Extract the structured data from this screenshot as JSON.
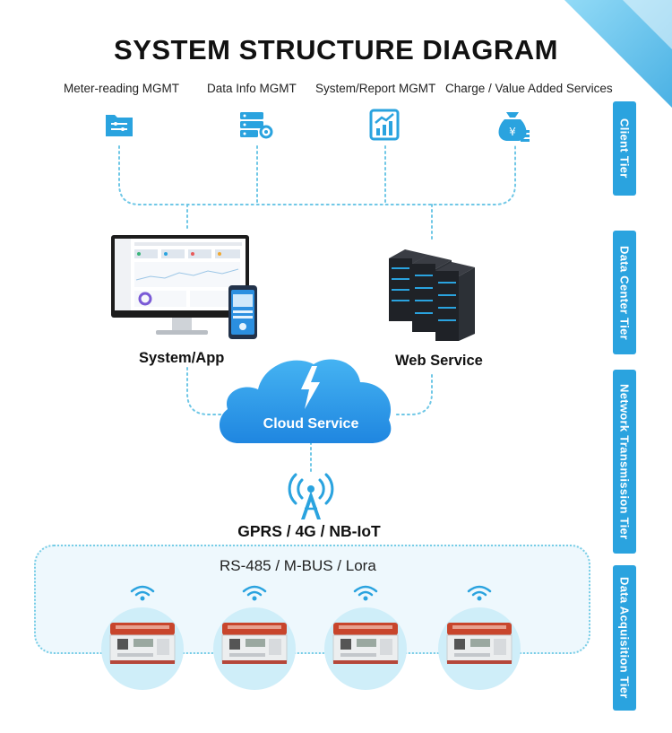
{
  "title": "SYSTEM STRUCTURE DIAGRAM",
  "client_tier": {
    "items": [
      {
        "label": "Meter-reading MGMT",
        "icon": "folder-settings-icon"
      },
      {
        "label": "Data Info MGMT",
        "icon": "server-gear-icon"
      },
      {
        "label": "System/Report MGMT",
        "icon": "chart-report-icon"
      },
      {
        "label": "Charge / Value Added Services",
        "icon": "money-bag-icon"
      }
    ]
  },
  "data_center": {
    "system_app_label": "System/App",
    "web_service_label": "Web Service"
  },
  "cloud": {
    "label": "Cloud Service"
  },
  "network": {
    "label": "GPRS / 4G / NB-IoT"
  },
  "acquisition": {
    "bus_label": "RS-485 / M-BUS / Lora",
    "meter_count": 4
  },
  "tiers": [
    {
      "label": "Client Tier"
    },
    {
      "label": "Data Center Tier"
    },
    {
      "label": "Network Transmission Tier"
    },
    {
      "label": "Data Acquisition Tier"
    }
  ],
  "colors": {
    "accent": "#2aa3df",
    "line": "#6fc7e6",
    "cloud": "#2b96e8",
    "meter_bg": "#cfeef9",
    "meter_top": "#c8452c"
  }
}
